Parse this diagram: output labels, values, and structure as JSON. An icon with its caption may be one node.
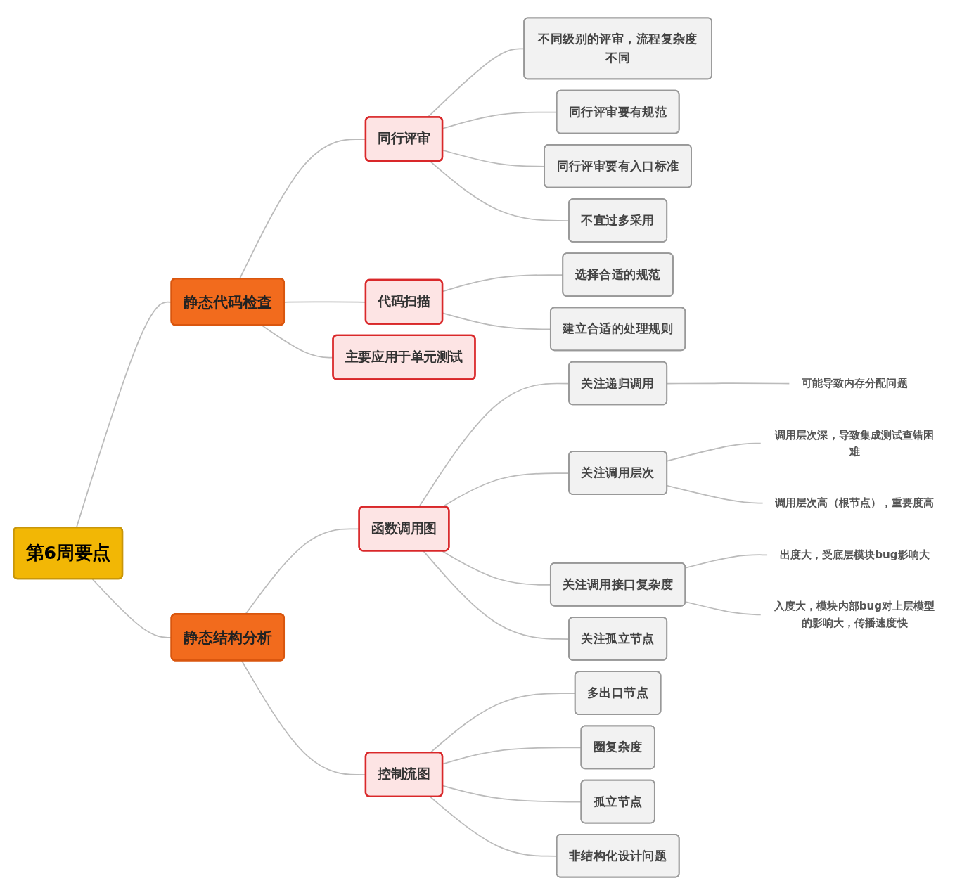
{
  "diagram": {
    "nodes": [
      {
        "text": [
          "第6周要点"
        ]
      },
      {
        "text": [
          "静态代码检查"
        ]
      },
      {
        "text": [
          "同行评审"
        ]
      },
      {
        "text": [
          "不同级别的评审，流程复杂度不同"
        ]
      },
      {
        "text": [
          "同行评审要有规范"
        ]
      },
      {
        "text": [
          "同行评审要有入口标准"
        ]
      },
      {
        "text": [
          "不宜过多采用"
        ]
      },
      {
        "text": [
          "代码扫描"
        ]
      },
      {
        "text": [
          "选择合适的规范"
        ]
      },
      {
        "text": [
          "建立合适的处理规则"
        ]
      },
      {
        "text": [
          "主要应用于单元测试"
        ]
      },
      {
        "text": [
          "静态结构分析"
        ]
      },
      {
        "text": [
          "函数调用图"
        ]
      },
      {
        "text": [
          "关注递归调用"
        ]
      },
      {
        "text": [
          "可能导致内存分配问题"
        ]
      },
      {
        "text": [
          "关注调用层次"
        ]
      },
      {
        "text": [
          "调用层次深，导致集成测试查错困难"
        ]
      },
      {
        "text": [
          "调用层次高（根节点），重要度高"
        ]
      },
      {
        "text": [
          "关注调用接口复杂度"
        ]
      },
      {
        "text": [
          "出度大，受底层模块bug影响大"
        ]
      },
      {
        "text": [
          "入度大，模块内部bug对上层模型的影响大，传播速度快"
        ]
      },
      {
        "text": [
          "关注孤立节点"
        ]
      },
      {
        "text": [
          "控制流图"
        ]
      },
      {
        "text": [
          "多出口节点"
        ]
      },
      {
        "text": [
          "圈复杂度"
        ]
      },
      {
        "text": [
          "孤立节点"
        ]
      },
      {
        "text": [
          "非结构化设计问题"
        ]
      }
    ],
    "edges": [
      {
        "from": 0,
        "to": 1,
        "arrow": "none"
      },
      {
        "from": 1,
        "to": 2,
        "arrow": "none"
      },
      {
        "from": 2,
        "to": 3,
        "arrow": "none"
      },
      {
        "from": 2,
        "to": 4,
        "arrow": "none"
      },
      {
        "from": 2,
        "to": 5,
        "arrow": "none"
      },
      {
        "from": 2,
        "to": 6,
        "arrow": "none"
      },
      {
        "from": 1,
        "to": 7,
        "arrow": "none"
      },
      {
        "from": 7,
        "to": 8,
        "arrow": "none"
      },
      {
        "from": 7,
        "to": 9,
        "arrow": "none"
      },
      {
        "from": 1,
        "to": 10,
        "arrow": "none"
      },
      {
        "from": 0,
        "to": 11,
        "arrow": "none"
      },
      {
        "from": 11,
        "to": 12,
        "arrow": "none"
      },
      {
        "from": 12,
        "to": 13,
        "arrow": "none"
      },
      {
        "from": 13,
        "to": 14,
        "arrow": "none"
      },
      {
        "from": 12,
        "to": 15,
        "arrow": "none"
      },
      {
        "from": 15,
        "to": 16,
        "arrow": "none"
      },
      {
        "from": 15,
        "to": 17,
        "arrow": "none"
      },
      {
        "from": 12,
        "to": 18,
        "arrow": "none"
      },
      {
        "from": 18,
        "to": 19,
        "arrow": "none"
      },
      {
        "from": 18,
        "to": 20,
        "arrow": "none"
      },
      {
        "from": 12,
        "to": 21,
        "arrow": "none"
      },
      {
        "from": 11,
        "to": 22,
        "arrow": "none"
      },
      {
        "from": 22,
        "to": 23,
        "arrow": "none"
      },
      {
        "from": 22,
        "to": 24,
        "arrow": "none"
      },
      {
        "from": 22,
        "to": 25,
        "arrow": "none"
      },
      {
        "from": 22,
        "to": 26,
        "arrow": "none"
      }
    ]
  }
}
